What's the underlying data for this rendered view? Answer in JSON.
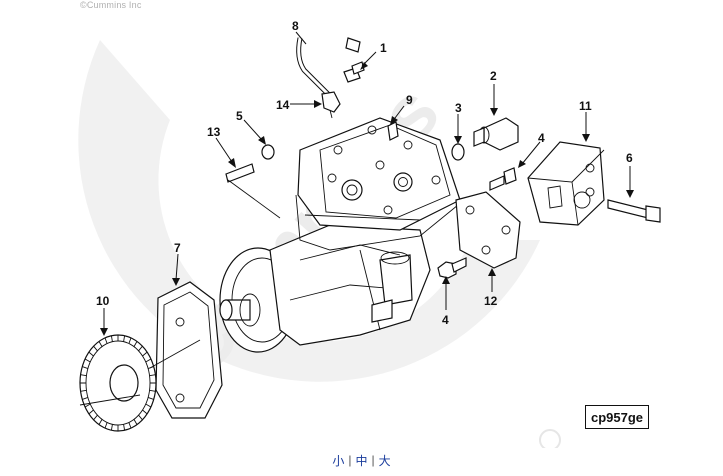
{
  "copyright": "©Cummins Inc",
  "watermark": "Cummins",
  "diagram_code": "cp957ge",
  "callouts": [
    {
      "id": "c1",
      "label": "1"
    },
    {
      "id": "c2",
      "label": "2"
    },
    {
      "id": "c3",
      "label": "3"
    },
    {
      "id": "c4a",
      "label": "4"
    },
    {
      "id": "c4b",
      "label": "4"
    },
    {
      "id": "c5",
      "label": "5"
    },
    {
      "id": "c6",
      "label": "6"
    },
    {
      "id": "c7",
      "label": "7"
    },
    {
      "id": "c8",
      "label": "8"
    },
    {
      "id": "c9",
      "label": "9"
    },
    {
      "id": "c10",
      "label": "10"
    },
    {
      "id": "c11",
      "label": "11"
    },
    {
      "id": "c12",
      "label": "12"
    },
    {
      "id": "c13",
      "label": "13"
    },
    {
      "id": "c14",
      "label": "14"
    }
  ],
  "size_links": {
    "small": "小",
    "medium": "中",
    "large": "大",
    "separator": "|"
  },
  "colors": {
    "line": "#111111",
    "watermark": "#ececec",
    "link": "#1a3c9c"
  }
}
